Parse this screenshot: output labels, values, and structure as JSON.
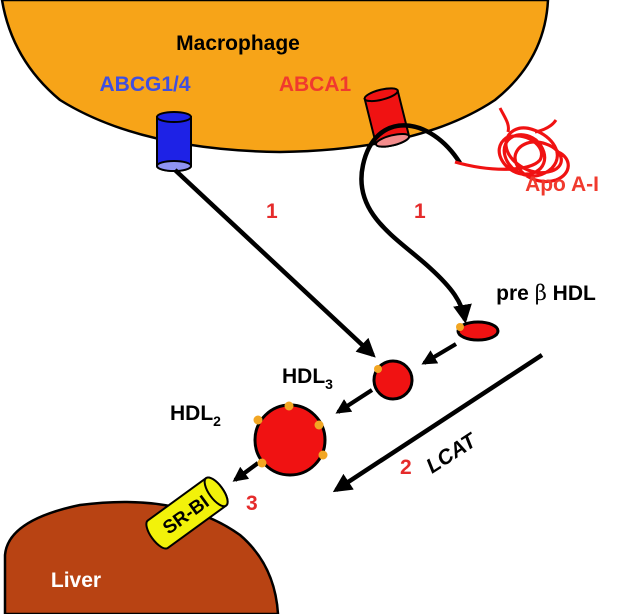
{
  "cells": {
    "macrophage": "Macrophage",
    "liver": "Liver"
  },
  "transporters": {
    "abcg": "ABCG1/4",
    "abca": "ABCA1",
    "srbi": "SR-BI"
  },
  "apolipoprotein": "Apo A-I",
  "particles": {
    "pre_beta_prefix": "pre",
    "pre_beta_symbol": "β",
    "pre_beta_suffix": "HDL",
    "hdl3_main": "HDL",
    "hdl3_sub": "3",
    "hdl2_main": "HDL",
    "hdl2_sub": "2"
  },
  "steps": {
    "efflux_abcg": "1",
    "efflux_abca": "1",
    "lcat_number": "2",
    "lcat_label": "LCAT",
    "uptake": "3"
  },
  "colors": {
    "macrophage_fill": "#F7A418",
    "liver_fill": "#B84313",
    "abcg_color": "#3F4FE0",
    "abca_color": "#F03A2E",
    "hdl_fill": "#F01212",
    "cholesterol_dot": "#F2A623",
    "srbi_fill": "#F2F20A",
    "step_number_color": "#E52B2B"
  }
}
